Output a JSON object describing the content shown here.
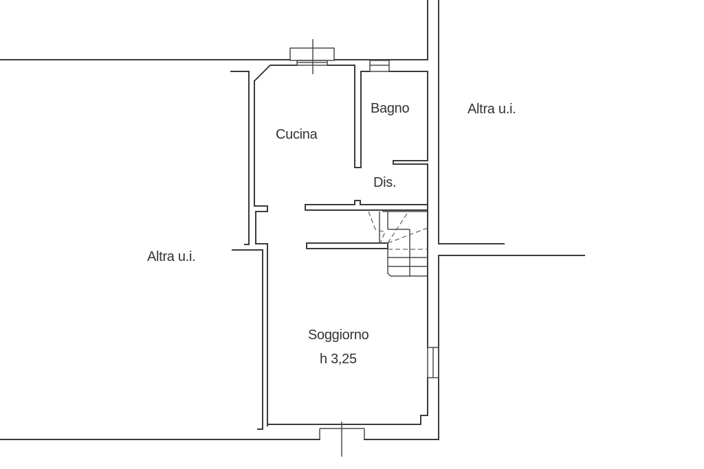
{
  "floor_plan": {
    "rooms": {
      "cucina": "Cucina",
      "bagno": "Bagno",
      "disimpegno": "Dis.",
      "soggiorno": "Soggiorno",
      "soggiorno_height": "h 3,25"
    },
    "neighbors": {
      "left": "Altra u.i.",
      "right": "Altra u.i."
    },
    "colors": {
      "background": "#ffffff",
      "lines": "#3a3a3a",
      "text": "#333333"
    }
  }
}
